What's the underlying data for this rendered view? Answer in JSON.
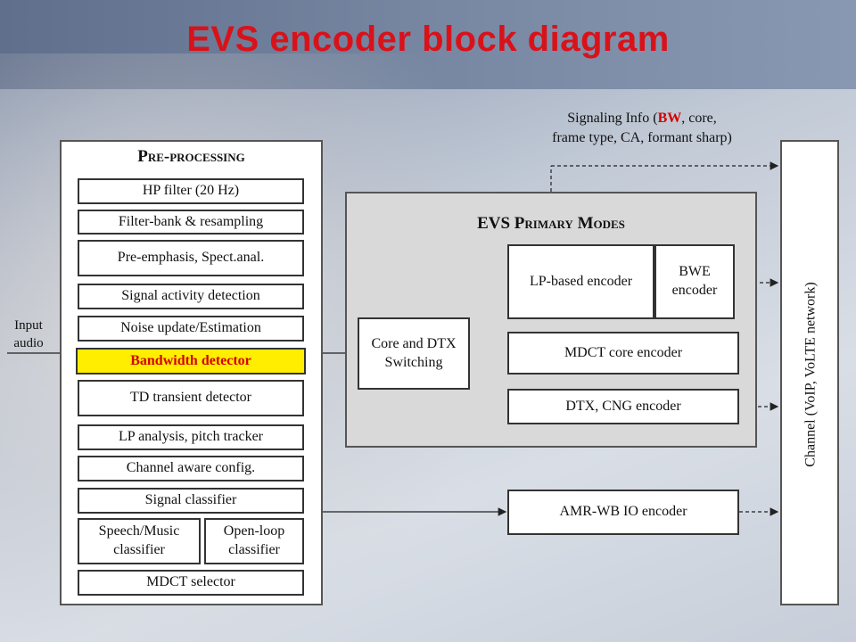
{
  "title": "EVS encoder block diagram",
  "input_label": [
    "Input",
    "audio"
  ],
  "preprocessing": {
    "heading": "Pre-processing",
    "blocks": [
      "HP filter (20 Hz)",
      "Filter-bank & resampling",
      "Pre-emphasis, Spect.anal.",
      "Signal activity detection",
      "Noise update/Estimation",
      "Bandwidth detector",
      "TD transient detector",
      "LP analysis, pitch tracker",
      "Channel aware config.",
      "Signal classifier"
    ],
    "speech_music": "Speech/Music classifier",
    "open_loop": "Open-loop classifier",
    "mdct_selector": "MDCT selector"
  },
  "primary_modes": {
    "heading": "EVS Primary Modes",
    "switch": "Core and DTX Switching",
    "lp_encoder": "LP-based encoder",
    "bwe_encoder": "BWE encoder",
    "mdct_encoder": "MDCT core encoder",
    "dtx_encoder": "DTX, CNG encoder"
  },
  "amr_encoder": "AMR-WB IO encoder",
  "channel_label": "Channel (VoIP, VoLTE network)",
  "signaling": {
    "prefix": "Signaling Info (",
    "bw": "BW",
    "suffix": ", core,",
    "line2": "frame type, CA, formant sharp)"
  },
  "colors": {
    "title": "#d9121a",
    "highlight_bg": "#ffee00",
    "highlight_text": "#d40000"
  }
}
